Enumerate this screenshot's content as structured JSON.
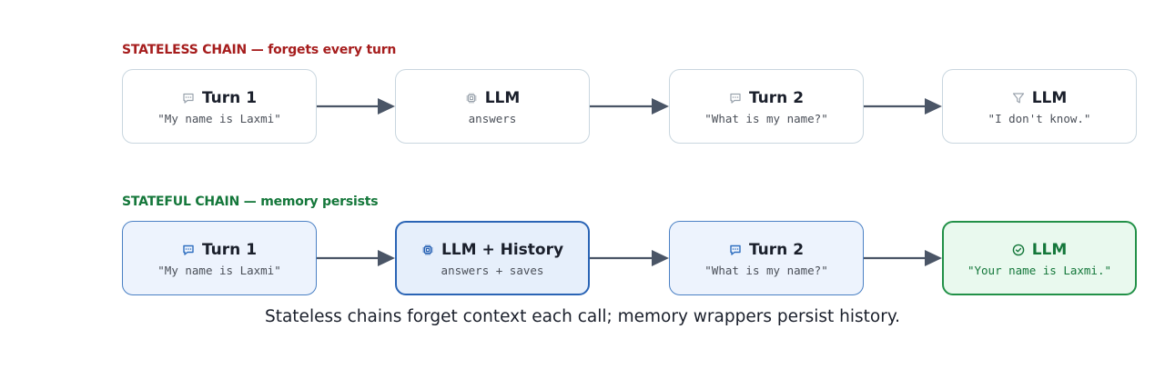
{
  "stateless": {
    "label": "STATELESS CHAIN — forgets every turn",
    "nodes": [
      {
        "title": "Turn 1",
        "sub": "\"My name is Laxmi\"",
        "icon": "chat-icon"
      },
      {
        "title": "LLM",
        "sub": "answers",
        "icon": "chip-icon"
      },
      {
        "title": "Turn 2",
        "sub": "\"What is my name?\"",
        "icon": "chat-icon"
      },
      {
        "title": "LLM",
        "sub": "\"I don't know.\"",
        "icon": "filter-icon"
      }
    ]
  },
  "stateful": {
    "label": "STATEFUL CHAIN — memory persists",
    "nodes": [
      {
        "title": "Turn 1",
        "sub": "\"My name is Laxmi\"",
        "icon": "chat-icon"
      },
      {
        "title": "LLM + History",
        "sub": "answers + saves",
        "icon": "chip-icon"
      },
      {
        "title": "Turn 2",
        "sub": "\"What is my name?\"",
        "icon": "chat-icon"
      },
      {
        "title": "LLM",
        "sub": "\"Your name is Laxmi.\"",
        "icon": "check-circle-icon"
      }
    ]
  },
  "caption": "Stateless chains forget context each call; memory wrappers persist history.",
  "colors": {
    "stateless_label": "#a61d1d",
    "stateful_label": "#14773a",
    "arrow": "#4a5566",
    "blue_border": "#4a80c4",
    "green_border": "#229148"
  }
}
